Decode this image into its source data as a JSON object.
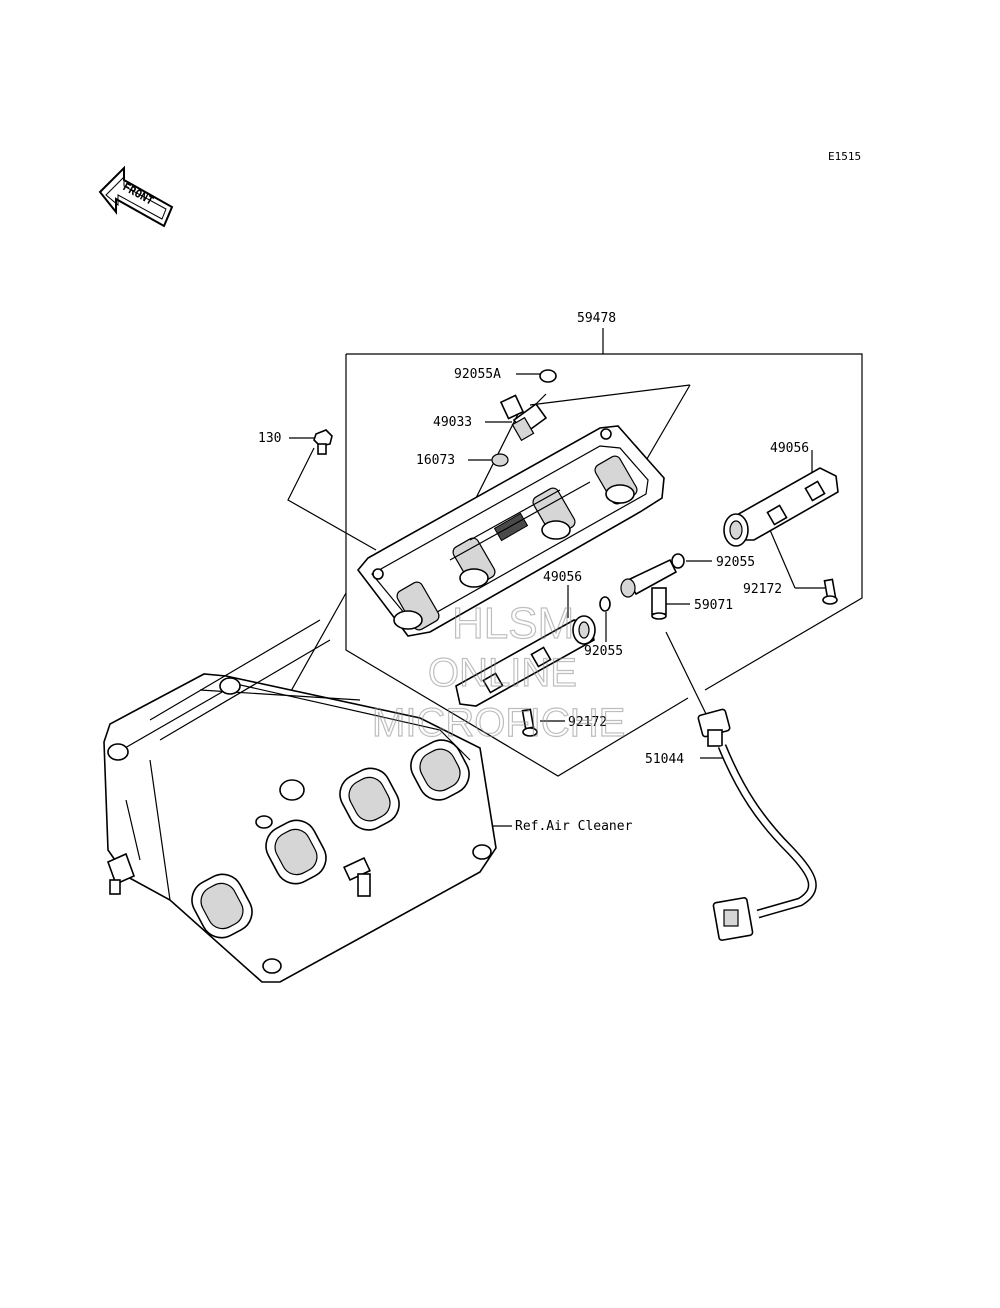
{
  "diagram_code": "E1515",
  "front_arrow_label": "FRONT",
  "callouts": {
    "assembly": "59478",
    "oring_a": "92055A",
    "injector": "49033",
    "washer": "16073",
    "bolt_130": "130",
    "pipe_right": "49056",
    "oring_right": "92055",
    "bolt_right": "92172",
    "pipe_left": "49056",
    "joint": "59071",
    "oring_left": "92055",
    "bolt_left": "92172",
    "hose": "51044",
    "reference": "Ref.Air Cleaner"
  },
  "watermark": {
    "line1": "HLSM",
    "line2": "ONLINE",
    "line3": "MICROFICHE"
  }
}
